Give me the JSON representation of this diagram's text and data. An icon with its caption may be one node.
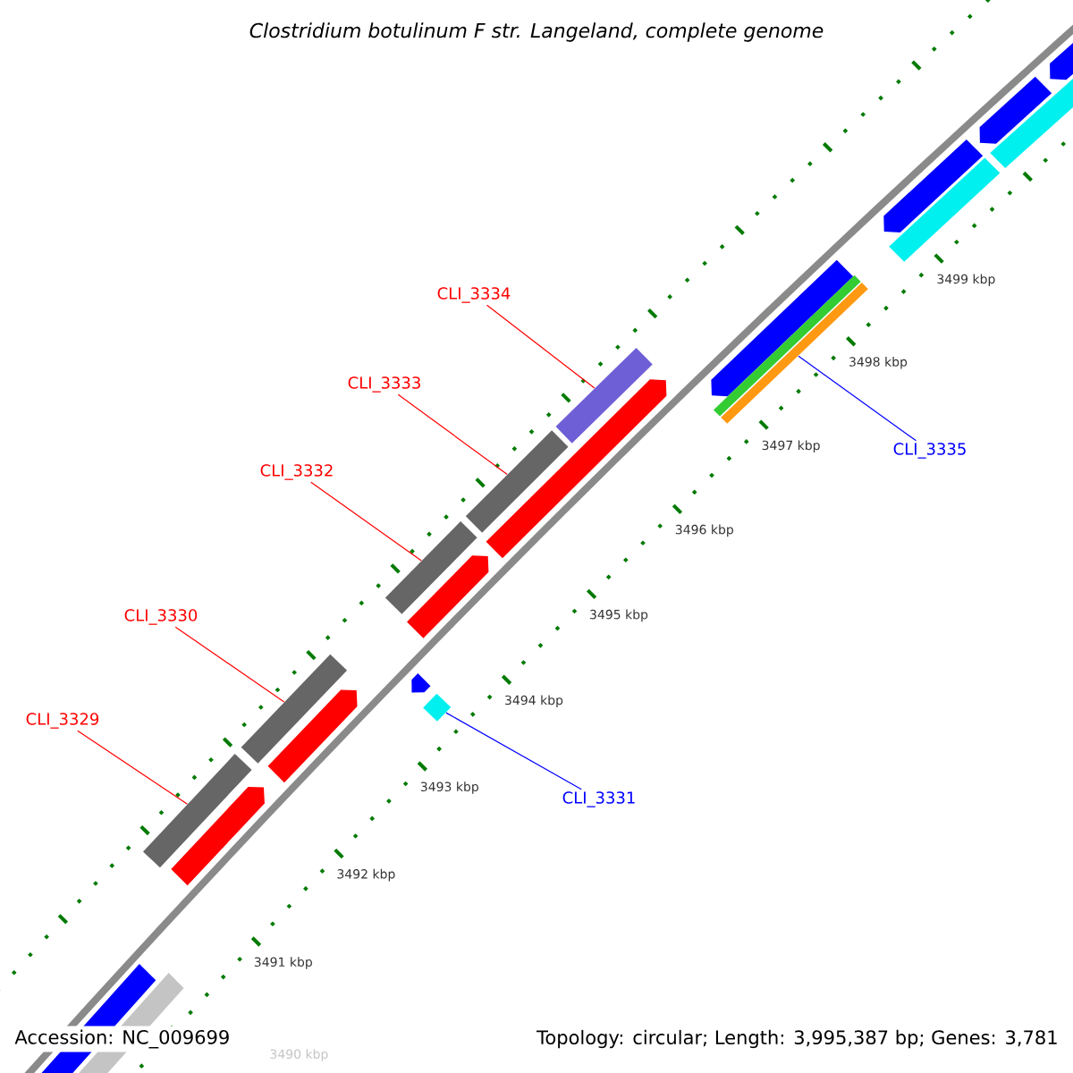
{
  "diagram": {
    "title": "Clostridium botulinum F str. Langeland, complete genome",
    "nodes": [
      {
        "text": [
          "CLI_3334"
        ]
      },
      {
        "text": [
          "CLI_3333"
        ]
      },
      {
        "text": [
          "CLI_3335"
        ]
      },
      {
        "text": [
          "CLI_3332"
        ]
      },
      {
        "text": [
          "CLI_3330"
        ]
      },
      {
        "text": [
          "CLI_3329"
        ]
      },
      {
        "text": [
          "CLI_3331"
        ]
      },
      {
        "text": [],
        "shape": "bar"
      },
      {
        "text": [],
        "shape": "bar"
      },
      {
        "text": [],
        "shape": "bar"
      },
      {
        "text": [],
        "shape": "bar"
      },
      {
        "text": [],
        "shape": "bar"
      },
      {
        "text": [],
        "shape": "bar"
      },
      {
        "text": [],
        "shape": "diamond"
      }
    ],
    "edges": [
      {
        "from": 0,
        "to": 7,
        "arrow": "none"
      },
      {
        "from": 1,
        "to": 8,
        "arrow": "none"
      },
      {
        "from": 2,
        "to": 9,
        "arrow": "none",
        "color": "#0000ff"
      },
      {
        "from": 3,
        "to": 10,
        "arrow": "none"
      },
      {
        "from": 4,
        "to": 11,
        "arrow": "none"
      },
      {
        "from": 5,
        "to": 12,
        "arrow": "none"
      },
      {
        "from": 6,
        "to": 13,
        "arrow": "none",
        "color": "#0000ff"
      }
    ],
    "labels": [
      "3499 kbp",
      "3498 kbp",
      "3497 kbp",
      "3496 kbp",
      "3495 kbp",
      "3494 kbp",
      "3493 kbp",
      "3492 kbp",
      "3491 kbp",
      "3490 kbp",
      "Accession: NC_009699",
      "Topology: circular; Length: 3,995,387 bp; Genes: 3,781"
    ]
  }
}
